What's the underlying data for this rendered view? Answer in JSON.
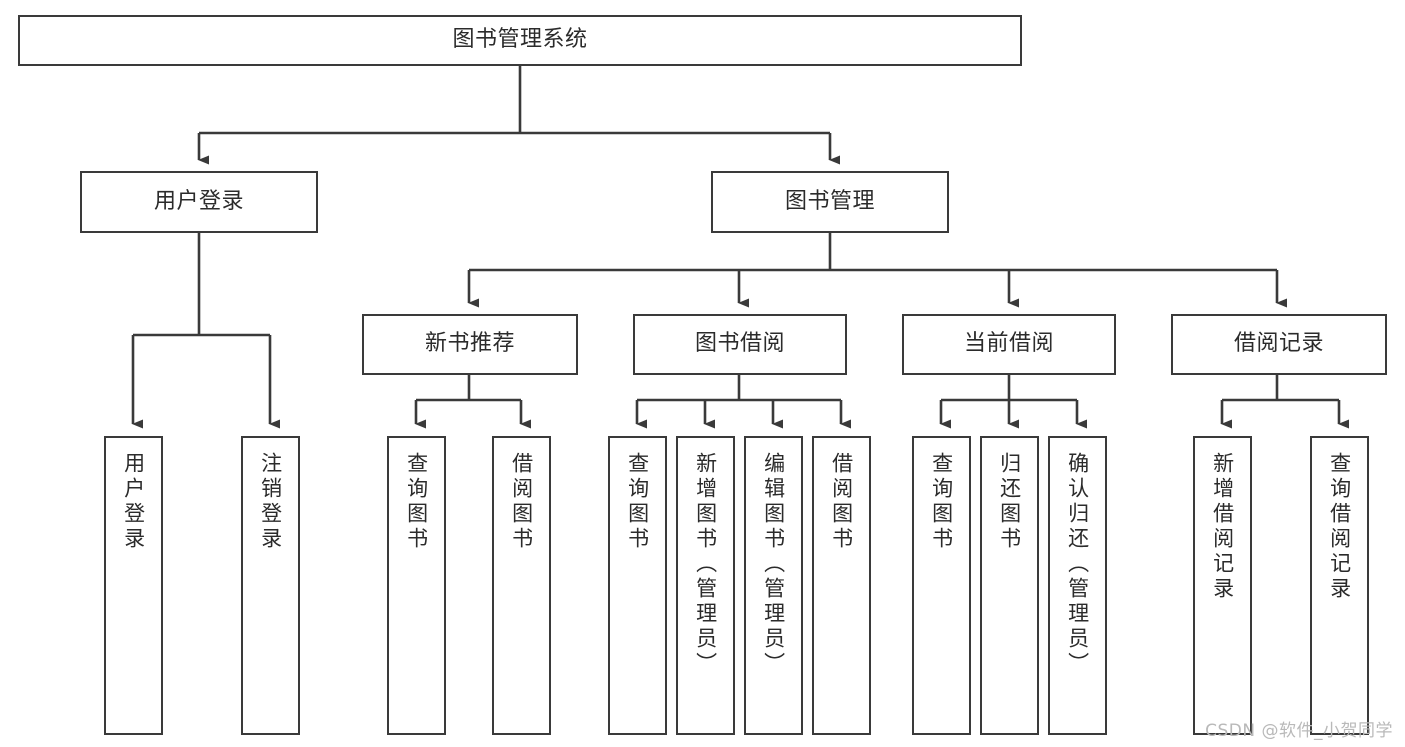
{
  "diagram": {
    "title": "图书管理系统",
    "type": "tree-hierarchy-chart",
    "orientation": "top-down",
    "style": {
      "box_border_color": "#3a3a3a",
      "box_fill_color": "#ffffff",
      "edge_color": "#3a3a3a",
      "text_color": "#2b2b2b",
      "background_color": "#ffffff"
    },
    "levels": [
      {
        "level": 1,
        "nodes": [
          {
            "id": "root",
            "label": "图书管理系统",
            "text_direction": "horizontal"
          }
        ]
      },
      {
        "level": 2,
        "nodes": [
          {
            "id": "login",
            "label": "用户登录",
            "text_direction": "horizontal",
            "parent": "root"
          },
          {
            "id": "bookmgmt",
            "label": "图书管理",
            "text_direction": "horizontal",
            "parent": "root"
          }
        ]
      },
      {
        "level": 3,
        "nodes": [
          {
            "id": "newbook",
            "label": "新书推荐",
            "text_direction": "horizontal",
            "parent": "bookmgmt"
          },
          {
            "id": "borrow",
            "label": "图书借阅",
            "text_direction": "horizontal",
            "parent": "bookmgmt"
          },
          {
            "id": "current",
            "label": "当前借阅",
            "text_direction": "horizontal",
            "parent": "bookmgmt"
          },
          {
            "id": "records",
            "label": "借阅记录",
            "text_direction": "horizontal",
            "parent": "bookmgmt"
          }
        ]
      },
      {
        "level": 4,
        "nodes": [
          {
            "id": "leaf-login-1",
            "label": "用户登录",
            "text_direction": "vertical",
            "parent": "login"
          },
          {
            "id": "leaf-login-2",
            "label": "注销登录",
            "text_direction": "vertical",
            "parent": "login"
          },
          {
            "id": "leaf-new-1",
            "label": "查询图书",
            "text_direction": "vertical",
            "parent": "newbook"
          },
          {
            "id": "leaf-new-2",
            "label": "借阅图书",
            "text_direction": "vertical",
            "parent": "newbook"
          },
          {
            "id": "leaf-borrow-1",
            "label": "查询图书",
            "text_direction": "vertical",
            "parent": "borrow"
          },
          {
            "id": "leaf-borrow-2",
            "label": "新增图书（管理员）",
            "text_direction": "vertical",
            "parent": "borrow"
          },
          {
            "id": "leaf-borrow-3",
            "label": "编辑图书（管理员）",
            "text_direction": "vertical",
            "parent": "borrow"
          },
          {
            "id": "leaf-borrow-4",
            "label": "借阅图书",
            "text_direction": "vertical",
            "parent": "borrow"
          },
          {
            "id": "leaf-current-1",
            "label": "查询图书",
            "text_direction": "vertical",
            "parent": "current"
          },
          {
            "id": "leaf-current-2",
            "label": "归还图书",
            "text_direction": "vertical",
            "parent": "current"
          },
          {
            "id": "leaf-current-3",
            "label": "确认归还（管理员）",
            "text_direction": "vertical",
            "parent": "current"
          },
          {
            "id": "leaf-records-1",
            "label": "新增借阅记录",
            "text_direction": "vertical",
            "parent": "records"
          },
          {
            "id": "leaf-records-2",
            "label": "查询借阅记录",
            "text_direction": "vertical",
            "parent": "records"
          }
        ]
      }
    ]
  },
  "watermark": {
    "text": "CSDN @软件_小贺同学"
  }
}
